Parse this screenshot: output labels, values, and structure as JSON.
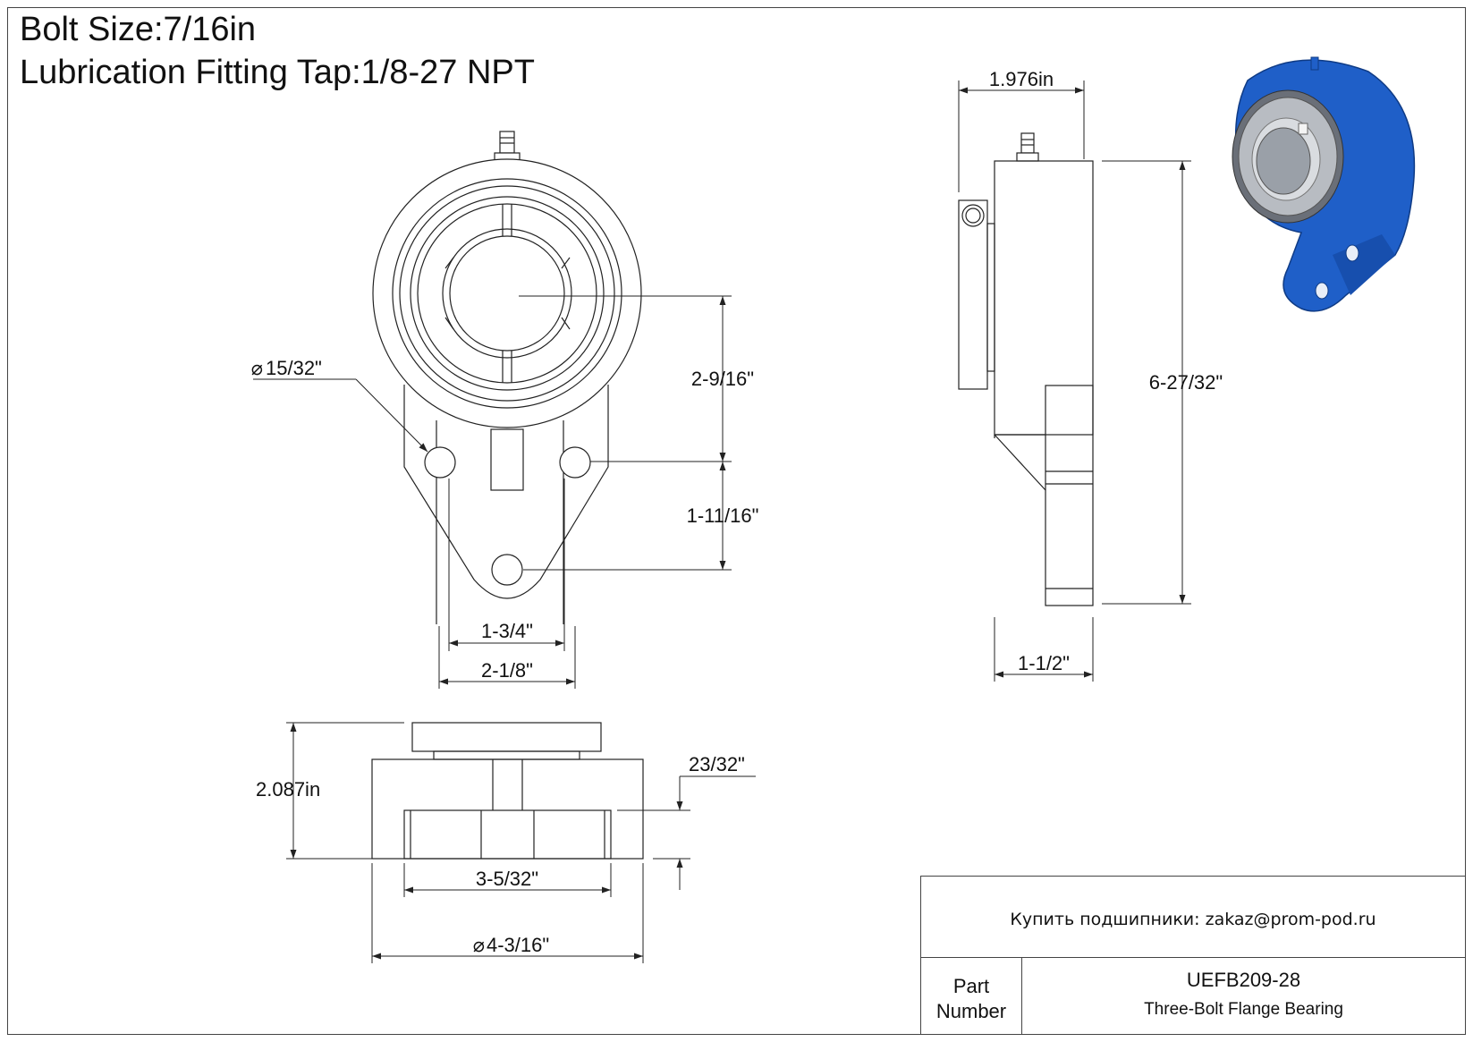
{
  "header": {
    "bolt_size": "Bolt Size:7/16in",
    "lubrication": "Lubrication Fitting Tap:1/8-27 NPT"
  },
  "dimensions": {
    "side_width": "1.976in",
    "bolt_hole_dia": "15/32\"",
    "center_to_bolt": "2-9/16\"",
    "bolt_to_bolt_vertical": "1-11/16\"",
    "bolt_spacing_inner": "1-3/4\"",
    "bolt_spacing_outer": "2-1/8\"",
    "overall_height": "6-27/32\"",
    "flange_thickness": "1-1/2\"",
    "total_width": "2.087in",
    "flange_depth": "23/32\"",
    "pilot_dia": "3-5/32\"",
    "body_dia": "4-3/16\""
  },
  "title_block": {
    "buy_text": "Купить подшипники: zakaz@prom-pod.ru",
    "part_label_1": "Part",
    "part_label_2": "Number",
    "part_number": "UEFB209-28",
    "description": "Three-Bolt Flange Bearing"
  },
  "colors": {
    "line": "#222222",
    "housing_blue": "#1f5fc8",
    "insert_gray": "#b8bcc2"
  }
}
